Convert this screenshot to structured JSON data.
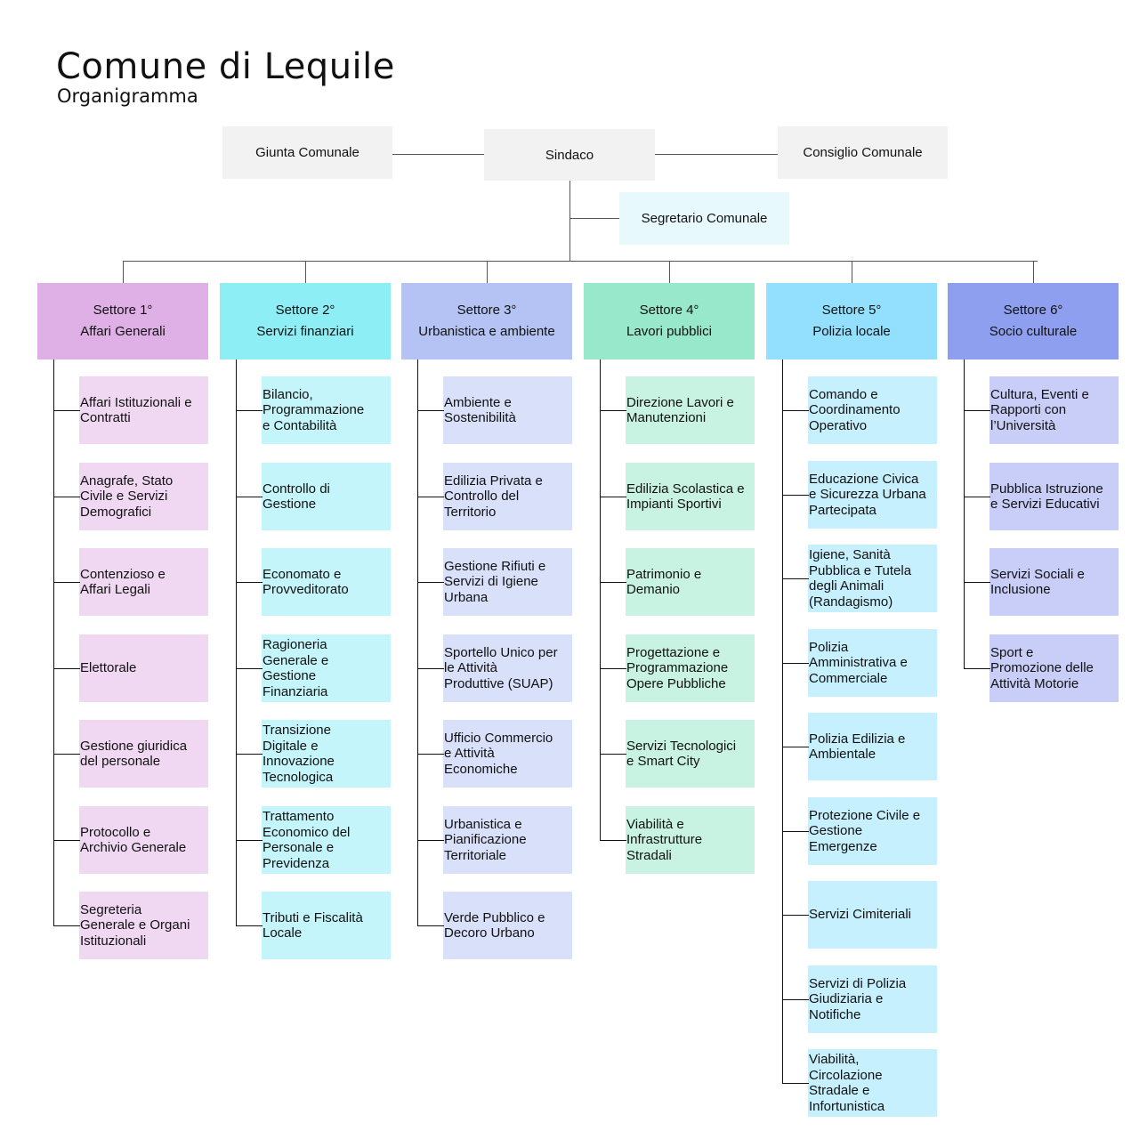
{
  "title": "Comune di Lequile",
  "subtitle": "Organigramma",
  "top": {
    "giunta": "Giunta Comunale",
    "sindaco": "Sindaco",
    "consiglio": "Consiglio Comunale",
    "segretario": "Segretario Comunale"
  },
  "sectors": [
    {
      "number": "Settore 1°",
      "name": "Affari Generali",
      "color": "#dfb0e6",
      "child_color": "#f0d8f3",
      "units": [
        "Affari Istituzionali e\nContratti",
        "Anagrafe, Stato\nCivile e Servizi\nDemografici",
        "Contenzioso e\nAffari Legali",
        "Elettorale",
        "Gestione giuridica\ndel personale",
        "Protocollo e\nArchivio Generale",
        "Segreteria\nGenerale e Organi\nIstituzionali"
      ]
    },
    {
      "number": "Settore 2°",
      "name": "Servizi finanziari",
      "color": "#8deef5",
      "child_color": "#c4f5fa",
      "units": [
        "Bilancio,\nProgrammazione\ne Contabilità",
        "Controllo di\nGestione",
        "Economato e\nProvveditorato",
        "Ragioneria\nGenerale e\nGestione\nFinanziaria",
        "Transizione\nDigitale e\nInnovazione\nTecnologica",
        "Trattamento\nEconomico del\nPersonale e\nPrevidenza",
        "Tributi e Fiscalità\nLocale"
      ]
    },
    {
      "number": "Settore 3°",
      "name": "Urbanistica e ambiente",
      "color": "#b4c3f3",
      "child_color": "#d9e0fa",
      "units": [
        "Ambiente e\nSostenibilità",
        "Edilizia Privata e\nControllo del\nTerritorio",
        "Gestione Rifiuti e\nServizi di Igiene\nUrbana",
        "Sportello Unico per\nle Attività\nProduttive (SUAP)",
        "Ufficio Commercio\ne Attività\nEconomiche",
        "Urbanistica e\nPianificazione\nTerritoriale",
        "Verde Pubblico e\nDecoro Urbano"
      ]
    },
    {
      "number": "Settore 4°",
      "name": "Lavori pubblici",
      "color": "#98e8cc",
      "child_color": "#c8f3e3",
      "units": [
        "Direzione Lavori e\nManutenzioni",
        "Edilizia Scolastica e\nImpianti Sportivi",
        "Patrimonio e\nDemanio",
        "Progettazione e\nProgrammazione\nOpere Pubbliche",
        "Servizi Tecnologici\ne Smart City",
        "Viabilità e\nInfrastrutture\nStradali"
      ]
    },
    {
      "number": "Settore 5°",
      "name": "Polizia locale",
      "color": "#92e0fd",
      "child_color": "#c6f0fd",
      "units": [
        "Comando e\nCoordinamento\nOperativo",
        "Educazione Civica\ne Sicurezza Urbana\nPartecipata",
        "Igiene, Sanità\nPubblica e Tutela\ndegli Animali\n(Randagismo)",
        "Polizia\nAmministrativa e\nCommerciale",
        "Polizia Edilizia e\nAmbientale",
        "Protezione Civile e\nGestione\nEmergenze",
        "Servizi Cimiteriali",
        "Servizi di Polizia\nGiudiziaria e\nNotifiche",
        "Viabilità,\nCircolazione\nStradale e\nInfortunistica"
      ]
    },
    {
      "number": "Settore 6°",
      "name": "Socio culturale",
      "color": "#8f9ff0",
      "child_color": "#c8cef7",
      "units": [
        "Cultura, Eventi e\nRapporti con\nl’Università",
        "Pubblica Istruzione\ne Servizi Educativi",
        "Servizi Sociali e\nInclusione",
        "Sport e\nPromozione delle\nAttività Motorie"
      ]
    }
  ]
}
